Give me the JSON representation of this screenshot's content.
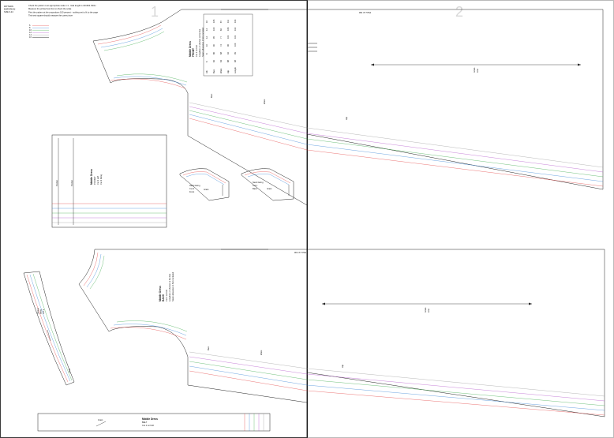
{
  "page_numbers": [
    "1",
    "2"
  ],
  "header": {
    "logo_lines": [
      "PATTERN",
      "EMPORIUM",
      "SIZE 6-24"
    ],
    "instructions": [
      "Check the pattern is at appropriate scale 1:1 - total length is 10CM/4 INCH",
      "Measure the printed test box to check the scale",
      "Print the pattern at the proportions 100 percent - nothing set to fit to the page",
      "This test square should measure the correct size"
    ],
    "size_legend": [
      "6",
      "8",
      "10",
      "12",
      "14",
      "16"
    ]
  },
  "size_table": {
    "headers": [
      "UK",
      "6",
      "8",
      "10",
      "12",
      "14",
      "16"
    ],
    "rows": [
      [
        "Bust",
        "82",
        "86",
        "90",
        "95",
        "100",
        "105"
      ],
      [
        "Waist",
        "64",
        "68",
        "72",
        "77",
        "82",
        "87"
      ],
      [
        "Hip",
        "88",
        "92",
        "96",
        "101",
        "106",
        "111"
      ],
      [
        "Length",
        "98",
        "99",
        "100",
        "101",
        "102",
        "103"
      ]
    ]
  },
  "pieces": {
    "front_top": {
      "title_lines": [
        "Middle Dress",
        "FRONT",
        "Cut 1 on fold",
        "Lengthen or shorten at the line",
        "Seam allowance 1.5cm included"
      ],
      "notches": [
        "Bust",
        "Waist",
        "Hip"
      ],
      "grain_label": [
        "Grain",
        "Line"
      ],
      "fold_label": "Place on fold"
    },
    "back_bottom": {
      "title_lines": [
        "Middle Dress",
        "BACK",
        "Cut 1 on fold",
        "Lengthen or shorten at the line",
        "Seam allowance 1.5cm included"
      ],
      "notches": [
        "Bust",
        "Waist",
        "Hip"
      ],
      "grain_label": [
        "Grain",
        "Line"
      ],
      "fold_label": "Place on fold"
    },
    "pocket": {
      "labels": [
        "Pocket",
        "Pocket"
      ],
      "title_lines": [
        "Middle Dress",
        "POCKET",
        "Cut 2 self",
        "Cut 2 lining"
      ]
    },
    "facing_small_a": {
      "title_lines": [
        "Neck facing",
        "Cut 2",
        "Front"
      ],
      "grain": "Grain"
    },
    "facing_small_b": {
      "title_lines": [
        "Neck facing",
        "Cut 1",
        "Back"
      ],
      "grain": "Grain"
    },
    "sleeve_strip": {
      "title_lines": [
        "Sleeve",
        "Band",
        "Cut 2",
        "Fold"
      ]
    },
    "waist_band": {
      "title_lines": [
        "Middle Dress",
        "BELT",
        "Cut 1 on fold"
      ],
      "grain": "Grain"
    }
  }
}
